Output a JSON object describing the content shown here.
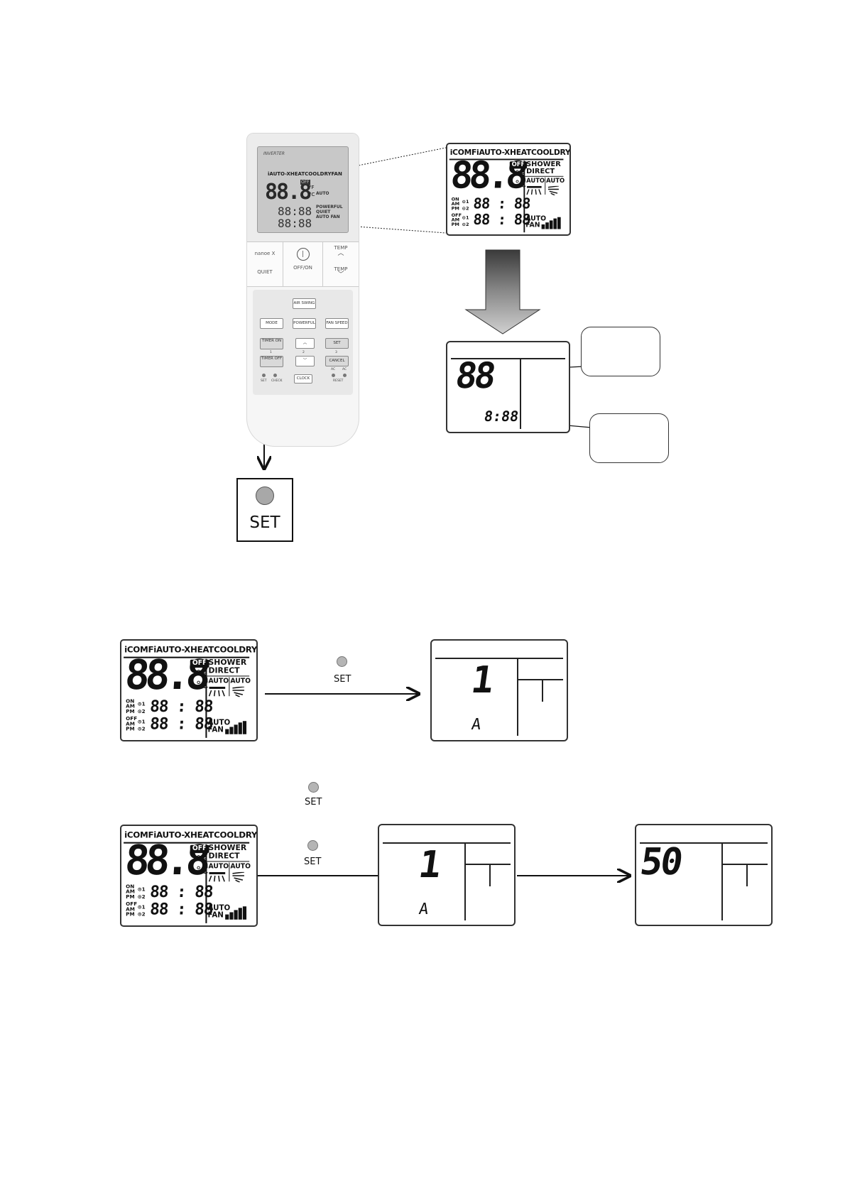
{
  "remote": {
    "brand": "INVERTER",
    "lcd_modes": "iAUTO-XHEATCOOLDRYFAN",
    "lcd_temp": "88.8",
    "lcd_off": "OFF",
    "lcd_unit_f": "°F",
    "lcd_unit_c": "°C",
    "lcd_auto": "AUTO",
    "lcd_powerful": "POWERFUL",
    "lcd_quiet": "QUIET",
    "lcd_autofan": "AUTO FAN",
    "lcd_row1": "88:88",
    "lcd_row2": "88:88",
    "nanoe": "nanoe X",
    "quiet": "QUIET",
    "offon": "OFF/ON",
    "temp_up": "TEMP",
    "temp_down": "TEMP",
    "air_swing": "AIR SWING",
    "mode": "MODE",
    "powerful": "POWERFUL",
    "fan_speed": "FAN SPEED",
    "timer_on": "TIMER ON",
    "timer_off": "TIMER OFF",
    "set": "SET",
    "cancel": "CANCEL",
    "clock": "CLOCK",
    "num1": "1",
    "num2": "2",
    "num3": "3",
    "ac1": "AC",
    "ac2": "AC",
    "set_small": "SET",
    "check": "CHECK",
    "reset": "RESET"
  },
  "lcd": {
    "modes": "iCOMFiAUTO-XHEATCOOLDRYFAN",
    "temp": "88.8",
    "off": "OFF",
    "unit_f": "°F",
    "unit_c": "°C",
    "shower": "SHOWER",
    "direct": "DIRECT",
    "auto1": "AUTO",
    "auto2": "AUTO",
    "on_label": "ON",
    "am_label": "AM",
    "pm_label": "PM",
    "off_label": "OFF",
    "am2_label": "AM",
    "pm2_label": "PM",
    "t1": "⊙1",
    "t2": "⊙2",
    "t3": "⊙1",
    "t4": "⊙2",
    "clock1": "88 : 88",
    "clock2": "88 : 88",
    "autofan_auto": "AUTO",
    "autofan_fan": "FAN"
  },
  "zoom_lcd": {
    "digits": "88",
    "clock": "8:88"
  },
  "set_button": {
    "label": "SET"
  },
  "step1": {
    "set_label": "SET",
    "digit": "1",
    "letter": "A"
  },
  "step2": {
    "set_label_a": "SET",
    "set_label_b": "SET",
    "digit": "1",
    "letter": "A",
    "result": "50"
  }
}
